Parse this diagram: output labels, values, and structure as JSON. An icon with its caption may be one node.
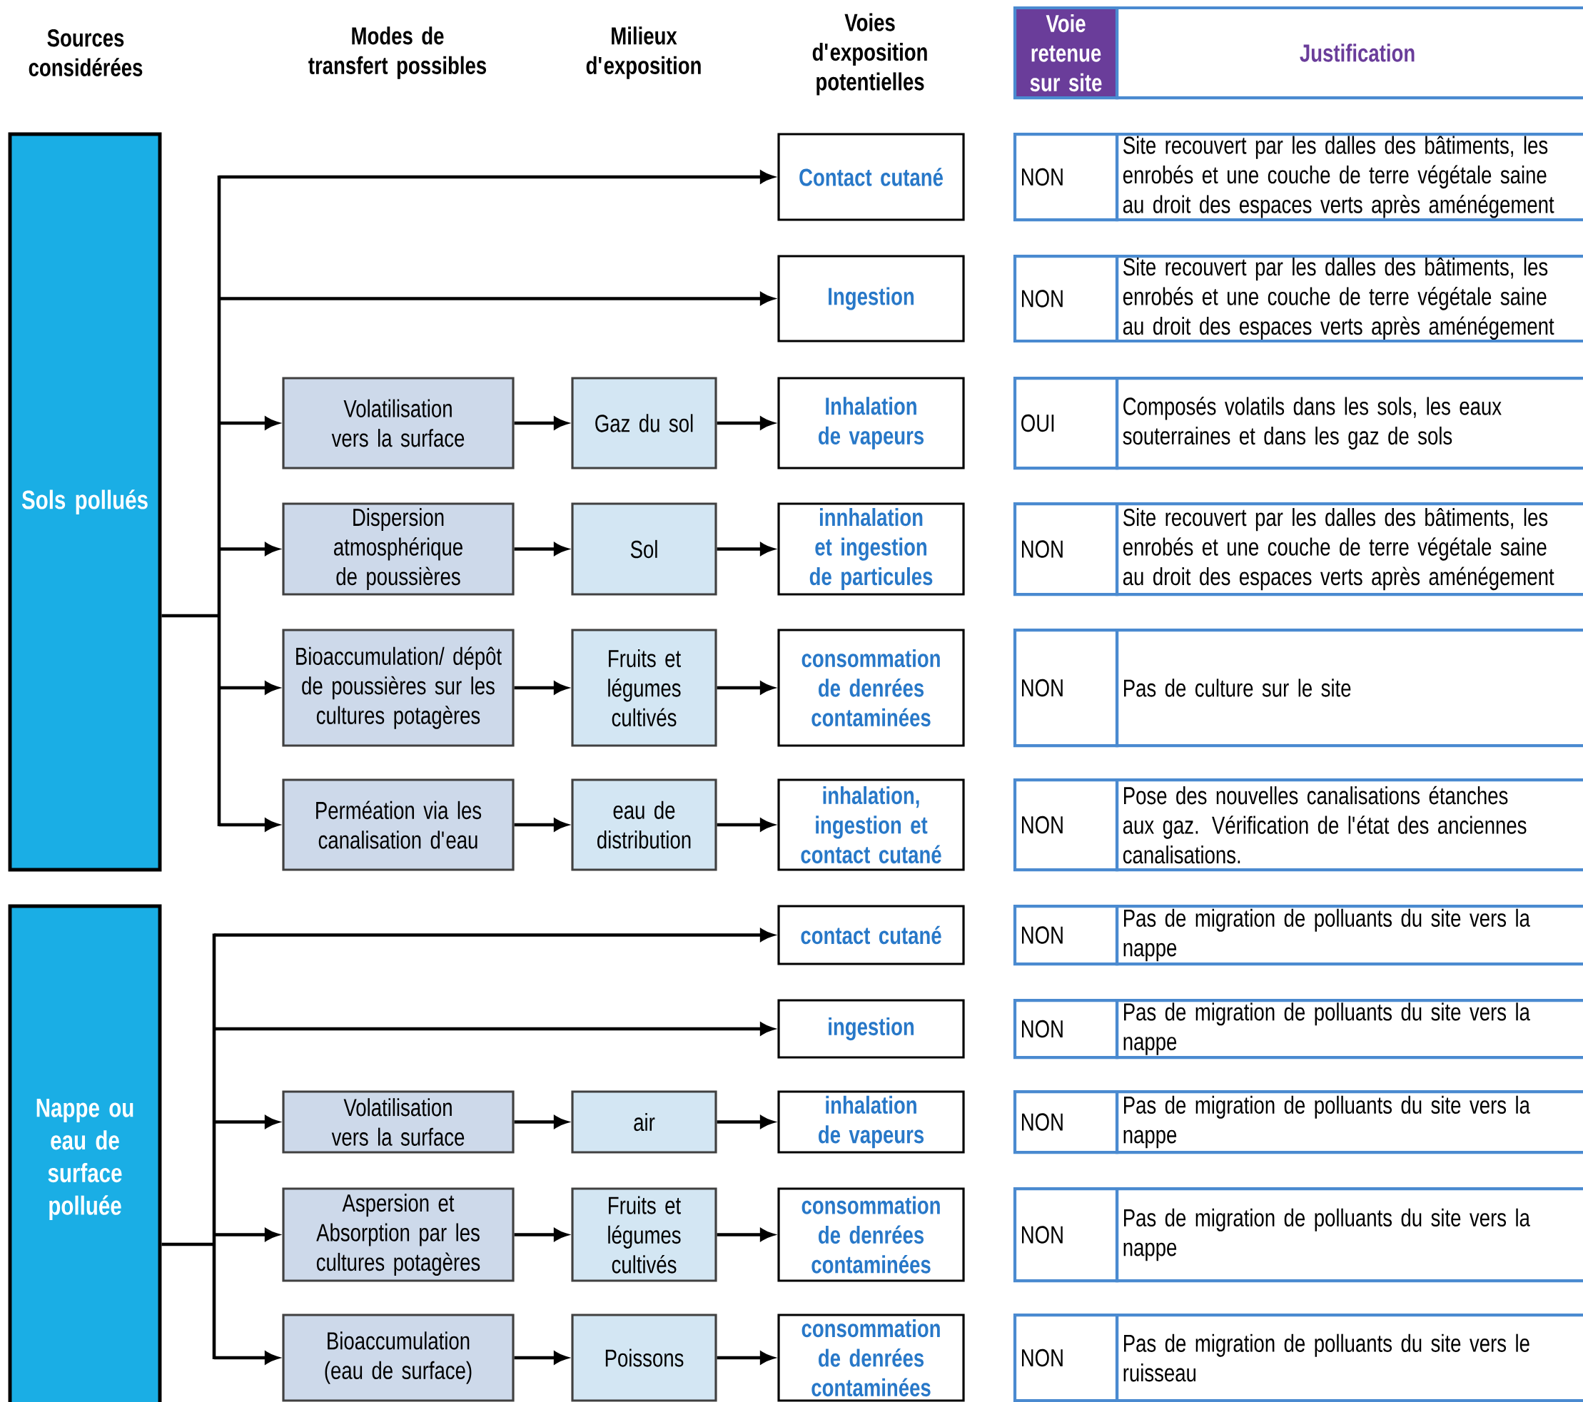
{
  "diagram": {
    "nodes": [
      {
        "text": [
          "Sols pollués"
        ]
      },
      {
        "text": [
          "Contact cutané"
        ]
      },
      {
        "text": [
          "Ingestion"
        ]
      },
      {
        "text": [
          "Volatilisation vers la surface"
        ]
      },
      {
        "text": [
          "Gaz du sol"
        ]
      },
      {
        "text": [
          "Inhalation de vapeurs"
        ]
      },
      {
        "text": [
          "Dispersion atmosphérique de poussières"
        ]
      },
      {
        "text": [
          "Sol"
        ]
      },
      {
        "text": [
          "innhalation et ingestion de particules"
        ]
      },
      {
        "text": [
          "Bioaccumulation/ dépôt de poussières sur les cultures potagères"
        ]
      },
      {
        "text": [
          "Fruits et légumes cultivés"
        ]
      },
      {
        "text": [
          "consommation de denrées contaminées"
        ]
      },
      {
        "text": [
          "Perméation via les canalisation d'eau"
        ]
      },
      {
        "text": [
          "eau de distribution"
        ]
      },
      {
        "text": [
          "inhalation, ingestion et contact cutané"
        ]
      },
      {
        "text": [
          "Nappe ou eau de surface polluée"
        ]
      },
      {
        "text": [
          "contact cutané"
        ]
      },
      {
        "text": [
          "ingestion"
        ]
      },
      {
        "text": [
          "Volatilisation vers la surface"
        ]
      },
      {
        "text": [
          "air"
        ]
      },
      {
        "text": [
          "inhalation de vapeurs"
        ]
      },
      {
        "text": [
          "Aspersion et Absorption par les cultures potagères"
        ]
      },
      {
        "text": [
          "Fruits et légumes cultivés"
        ]
      },
      {
        "text": [
          "consommation de denrées contaminées"
        ]
      },
      {
        "text": [
          "Bioaccumulation (eau de surface)"
        ]
      },
      {
        "text": [
          "Poissons"
        ]
      },
      {
        "text": [
          "consommation de denrées contaminées"
        ]
      }
    ],
    "edges": [
      {
        "from": 0,
        "to": 1,
        "arrow": "to"
      },
      {
        "from": 0,
        "to": 2,
        "arrow": "to"
      },
      {
        "from": 0,
        "to": 3,
        "arrow": "to"
      },
      {
        "from": 0,
        "to": 6,
        "arrow": "to"
      },
      {
        "from": 0,
        "to": 9,
        "arrow": "to"
      },
      {
        "from": 0,
        "to": 12,
        "arrow": "to"
      },
      {
        "from": 3,
        "to": 4,
        "arrow": "to"
      },
      {
        "from": 4,
        "to": 5,
        "arrow": "to"
      },
      {
        "from": 6,
        "to": 7,
        "arrow": "to"
      },
      {
        "from": 7,
        "to": 8,
        "arrow": "to"
      },
      {
        "from": 9,
        "to": 10,
        "arrow": "to"
      },
      {
        "from": 10,
        "to": 11,
        "arrow": "to"
      },
      {
        "from": 12,
        "to": 13,
        "arrow": "to"
      },
      {
        "from": 13,
        "to": 14,
        "arrow": "to"
      },
      {
        "from": 15,
        "to": 16,
        "arrow": "to"
      },
      {
        "from": 15,
        "to": 17,
        "arrow": "to"
      },
      {
        "from": 15,
        "to": 18,
        "arrow": "to"
      },
      {
        "from": 15,
        "to": 21,
        "arrow": "to"
      },
      {
        "from": 15,
        "to": 24,
        "arrow": "to"
      },
      {
        "from": 18,
        "to": 19,
        "arrow": "to"
      },
      {
        "from": 19,
        "to": 20,
        "arrow": "to"
      },
      {
        "from": 21,
        "to": 22,
        "arrow": "to"
      },
      {
        "from": 22,
        "to": 23,
        "arrow": "to"
      },
      {
        "from": 24,
        "to": 25,
        "arrow": "to"
      },
      {
        "from": 25,
        "to": 26,
        "arrow": "to"
      }
    ],
    "labels": [
      "Sources considérées",
      "Modes de transfert possibles",
      "Milieux d'exposition",
      "Voies d'exposition potentielles",
      "Voie retenue sur site",
      "Justification",
      "NON",
      "Site recouvert par les dalles des bâtiments, les enrobés et une couche de terre végétale saine au droit des espaces verts après aménégement",
      "NON",
      "Site recouvert par les dalles des bâtiments, les enrobés et une couche de terre végétale saine au droit des espaces verts après aménégement",
      "OUI",
      "Composés volatils dans les sols, les eaux souterraines et dans les gaz de sols",
      "NON",
      "Site recouvert par les dalles des bâtiments, les enrobés et une couche de terre végétale saine au droit des espaces verts après aménégement",
      "NON",
      "Pas de culture sur le site",
      "NON",
      "Pose des nouvelles canalisations étanches aux gaz. Vérification de l'état des anciennes canalisations.",
      "NON",
      "Pas de migration de polluants du site  vers la nappe",
      "NON",
      "Pas de migration de polluants du site  vers la nappe",
      "NON",
      "Pas de migration de polluants du site  vers la nappe",
      "NON",
      "Pas de migration de polluants du site  vers la nappe",
      "NON",
      "Pas de migration de polluants du site  vers le ruisseau"
    ]
  }
}
